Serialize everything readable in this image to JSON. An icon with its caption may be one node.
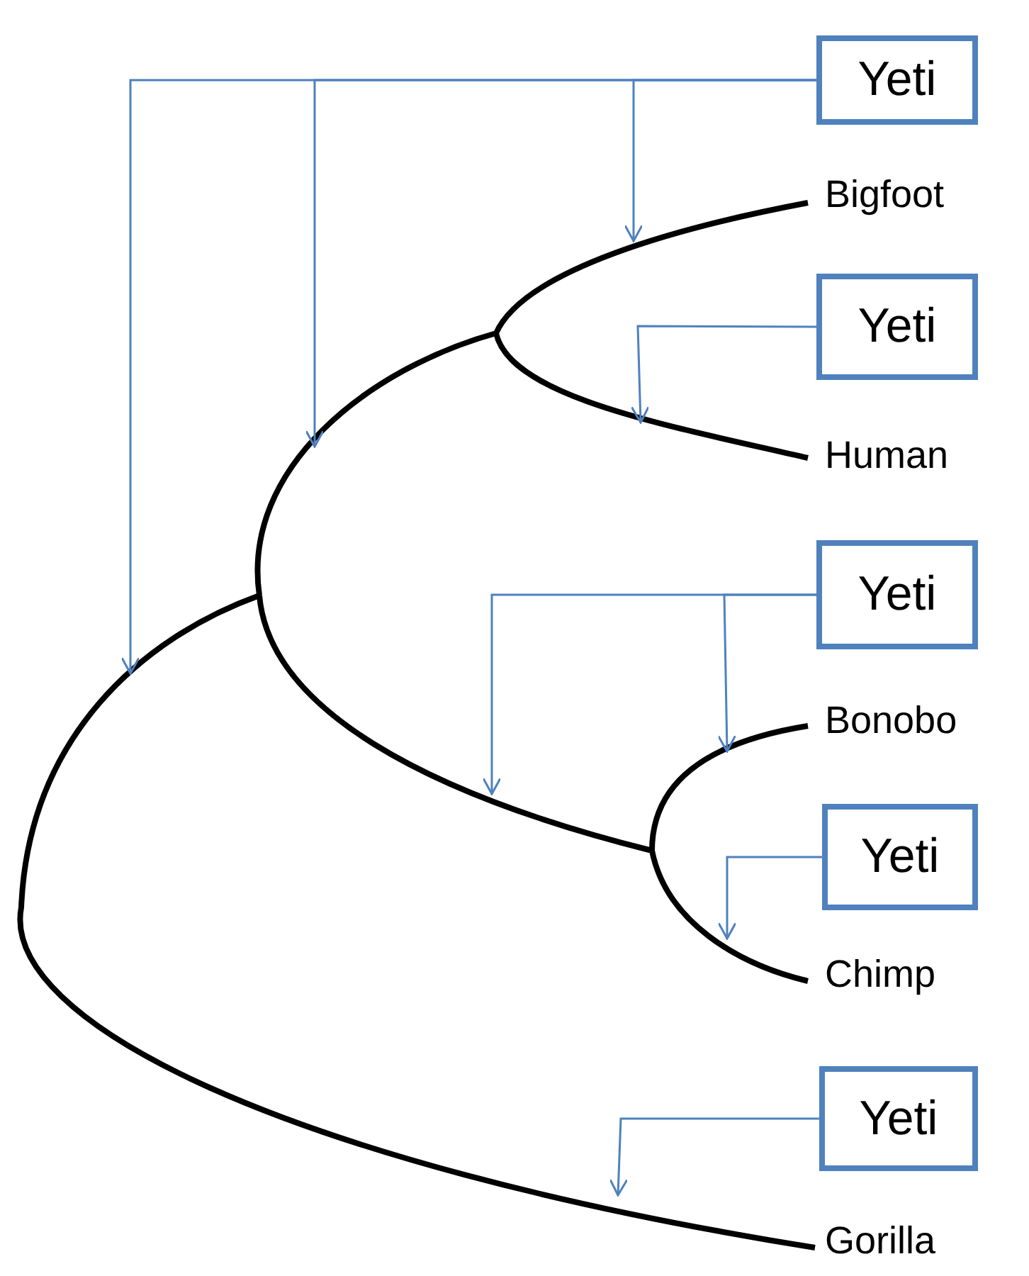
{
  "diagram": {
    "nodes": [
      {
        "text": [
          "Yeti"
        ]
      },
      {
        "text": [
          "Yeti"
        ]
      },
      {
        "text": [
          "Yeti"
        ]
      },
      {
        "text": [
          "Yeti"
        ]
      },
      {
        "text": [
          "Yeti"
        ]
      }
    ],
    "edges": [
      {
        "from": 0,
        "to": null,
        "arrow": "to"
      },
      {
        "from": 0,
        "to": null,
        "arrow": "to"
      },
      {
        "from": 0,
        "to": null,
        "arrow": "to"
      },
      {
        "from": 1,
        "to": null,
        "arrow": "to"
      },
      {
        "from": 2,
        "to": null,
        "arrow": "to"
      },
      {
        "from": 2,
        "to": null,
        "arrow": "to"
      },
      {
        "from": 3,
        "to": null,
        "arrow": "to"
      },
      {
        "from": 4,
        "to": null,
        "arrow": "to"
      }
    ],
    "labels": [
      "Bigfoot",
      "Human",
      "Bonobo",
      "Chimp",
      "Gorilla"
    ]
  }
}
